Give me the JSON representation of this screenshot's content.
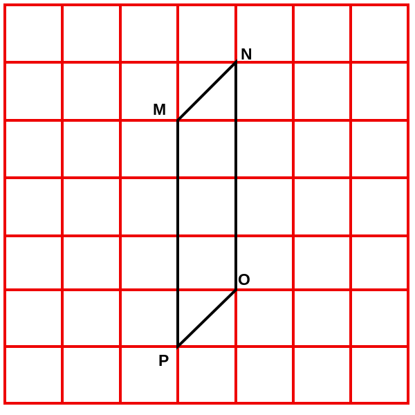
{
  "grid": {
    "columns": 7,
    "rows": 7,
    "line_color": "#ee0000"
  },
  "shape": {
    "stroke_color": "#000000",
    "vertices": [
      {
        "name": "M",
        "col": 3,
        "row": 2
      },
      {
        "name": "N",
        "col": 4,
        "row": 1
      },
      {
        "name": "O",
        "col": 4,
        "row": 5
      },
      {
        "name": "P",
        "col": 3,
        "row": 6
      }
    ]
  },
  "labels": {
    "M": "M",
    "N": "N",
    "O": "O",
    "P": "P"
  }
}
